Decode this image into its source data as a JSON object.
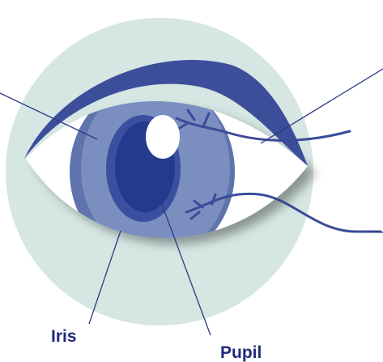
{
  "labels": {
    "iris": "Iris",
    "pupil": "Pupil"
  },
  "colors": {
    "background_circle": "#d5e6e3",
    "eyelid": "#3c4e9a",
    "iris_outer": "#5f74ad",
    "iris_inner": "#7a8ec0",
    "pupil_ring": "#3a4f9e",
    "pupil": "#233b8c",
    "highlight": "#ffffff",
    "vein": "#3a4b98",
    "leader_line": "#2b3a85",
    "label_text": "#1f2a7a"
  },
  "icons": {
    "eye": "eye-illustration"
  }
}
